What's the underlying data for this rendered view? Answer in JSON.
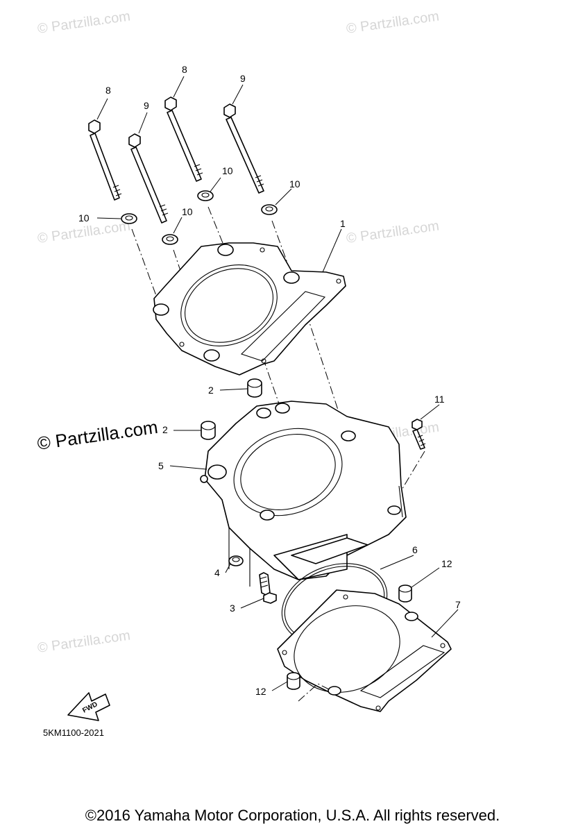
{
  "watermark_text": "© Partzilla.com",
  "callouts": {
    "c1": "1",
    "c2a": "2",
    "c2b": "2",
    "c3": "3",
    "c4": "4",
    "c5": "5",
    "c6": "6",
    "c7": "7",
    "c8a": "8",
    "c8b": "8",
    "c9a": "9",
    "c9b": "9",
    "c10a": "10",
    "c10b": "10",
    "c10c": "10",
    "c10d": "10",
    "c11": "11",
    "c12a": "12",
    "c12b": "12"
  },
  "fwd_label": "FWD",
  "part_code": "5KM1100-2021",
  "copyright": "©2016 Yamaha Motor Corporation, U.S.A. All rights reserved."
}
